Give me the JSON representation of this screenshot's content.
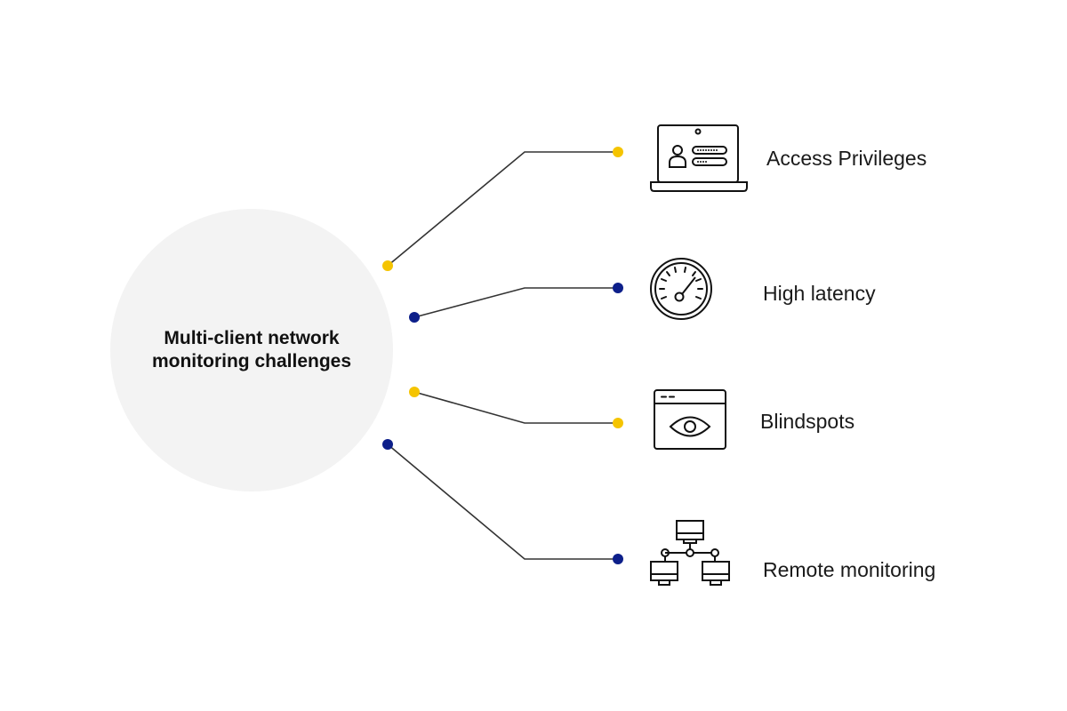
{
  "hub": {
    "title": "Multi-client network monitoring challenges"
  },
  "colors": {
    "yellow_dot": "#f5c400",
    "blue_dot": "#0d1f8a",
    "hub_fill": "#f3f3f3",
    "line": "#333333"
  },
  "items": [
    {
      "label": "Access Privileges",
      "icon": "laptop-login-icon",
      "dot": "yellow"
    },
    {
      "label": "High latency",
      "icon": "speedometer-icon",
      "dot": "blue"
    },
    {
      "label": "Blindspots",
      "icon": "browser-eye-icon",
      "dot": "yellow"
    },
    {
      "label": "Remote monitoring",
      "icon": "network-topology-icon",
      "dot": "blue"
    }
  ]
}
